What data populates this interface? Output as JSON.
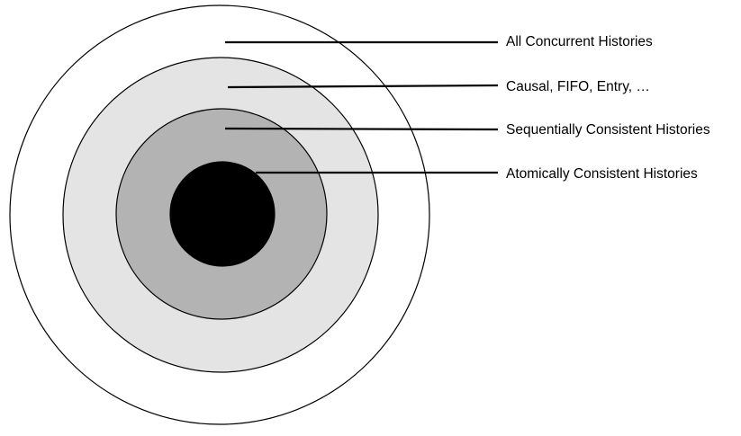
{
  "diagram": {
    "type": "nested-circles",
    "colors": {
      "outer_fill": "#ffffff",
      "second_fill": "#e4e4e4",
      "third_fill": "#b3b3b3",
      "core_fill": "#000000",
      "stroke": "#000000"
    },
    "labels": [
      "All Concurrent Histories",
      "Causal, FIFO, Entry, …",
      "Sequentially Consistent Histories",
      "Atomically Consistent Histories"
    ]
  }
}
